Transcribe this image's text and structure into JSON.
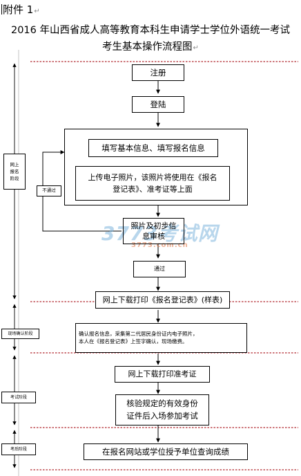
{
  "header": {
    "attachment": "附件 1",
    "title_line1": "2016 年山西省成人高等教育本科生申请学士学位外语统一考试",
    "title_line2": "考生基本操作流程图",
    "para_mark": "↵"
  },
  "flow": {
    "register": "注册",
    "login": "登陆",
    "fill_info": "填写基本信息、填写报名信息",
    "upload_photo_l1": "上传电子照片，该照片将使用在《报名",
    "upload_photo_l2": "登记表》、准考证等上面",
    "review_l1": "照片及初步信",
    "review_l2": "息审核",
    "passed": "通过",
    "not_passed": "不通过",
    "download_reg": "网上下载打印《报名登记表》(样表)",
    "confirm_l1": "确认报名信息，采集第二代居民身份证内电子照片，",
    "confirm_l2": "本人在《报名登记表》上签字确认，现场缴费。",
    "download_ticket": "网上下载打印准考证",
    "verify_l1": "核验规定的有效身份",
    "verify_l2": "证件后入场参加考试",
    "query": "在报名网站或学位授予单位查询成绩"
  },
  "stages": {
    "online_l1": "网上",
    "online_l2": "报名",
    "online_l3": "阶段",
    "onsite": "现场确认阶段",
    "exam": "考试阶段",
    "after_exam": "考后阶段"
  },
  "watermark": {
    "logo": "3773考试网",
    "url": "3773.com.cn"
  },
  "colors": {
    "dash_red": "#b0242b",
    "line": "#000000",
    "watermark": "#7fb6dd"
  }
}
